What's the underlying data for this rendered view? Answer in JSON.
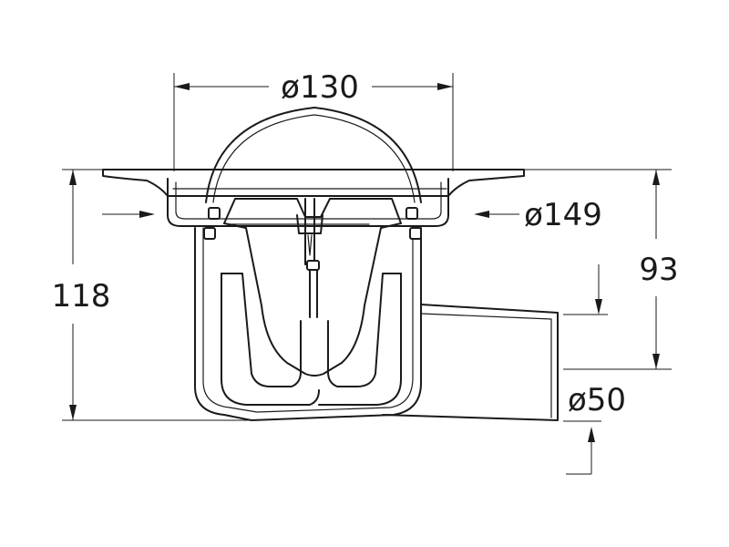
{
  "diagram": {
    "dimensions": {
      "top_diameter": "ø130",
      "flange_diameter": "ø149",
      "total_height": "118",
      "outlet_height": "93",
      "outlet_diameter": "ø50"
    }
  }
}
